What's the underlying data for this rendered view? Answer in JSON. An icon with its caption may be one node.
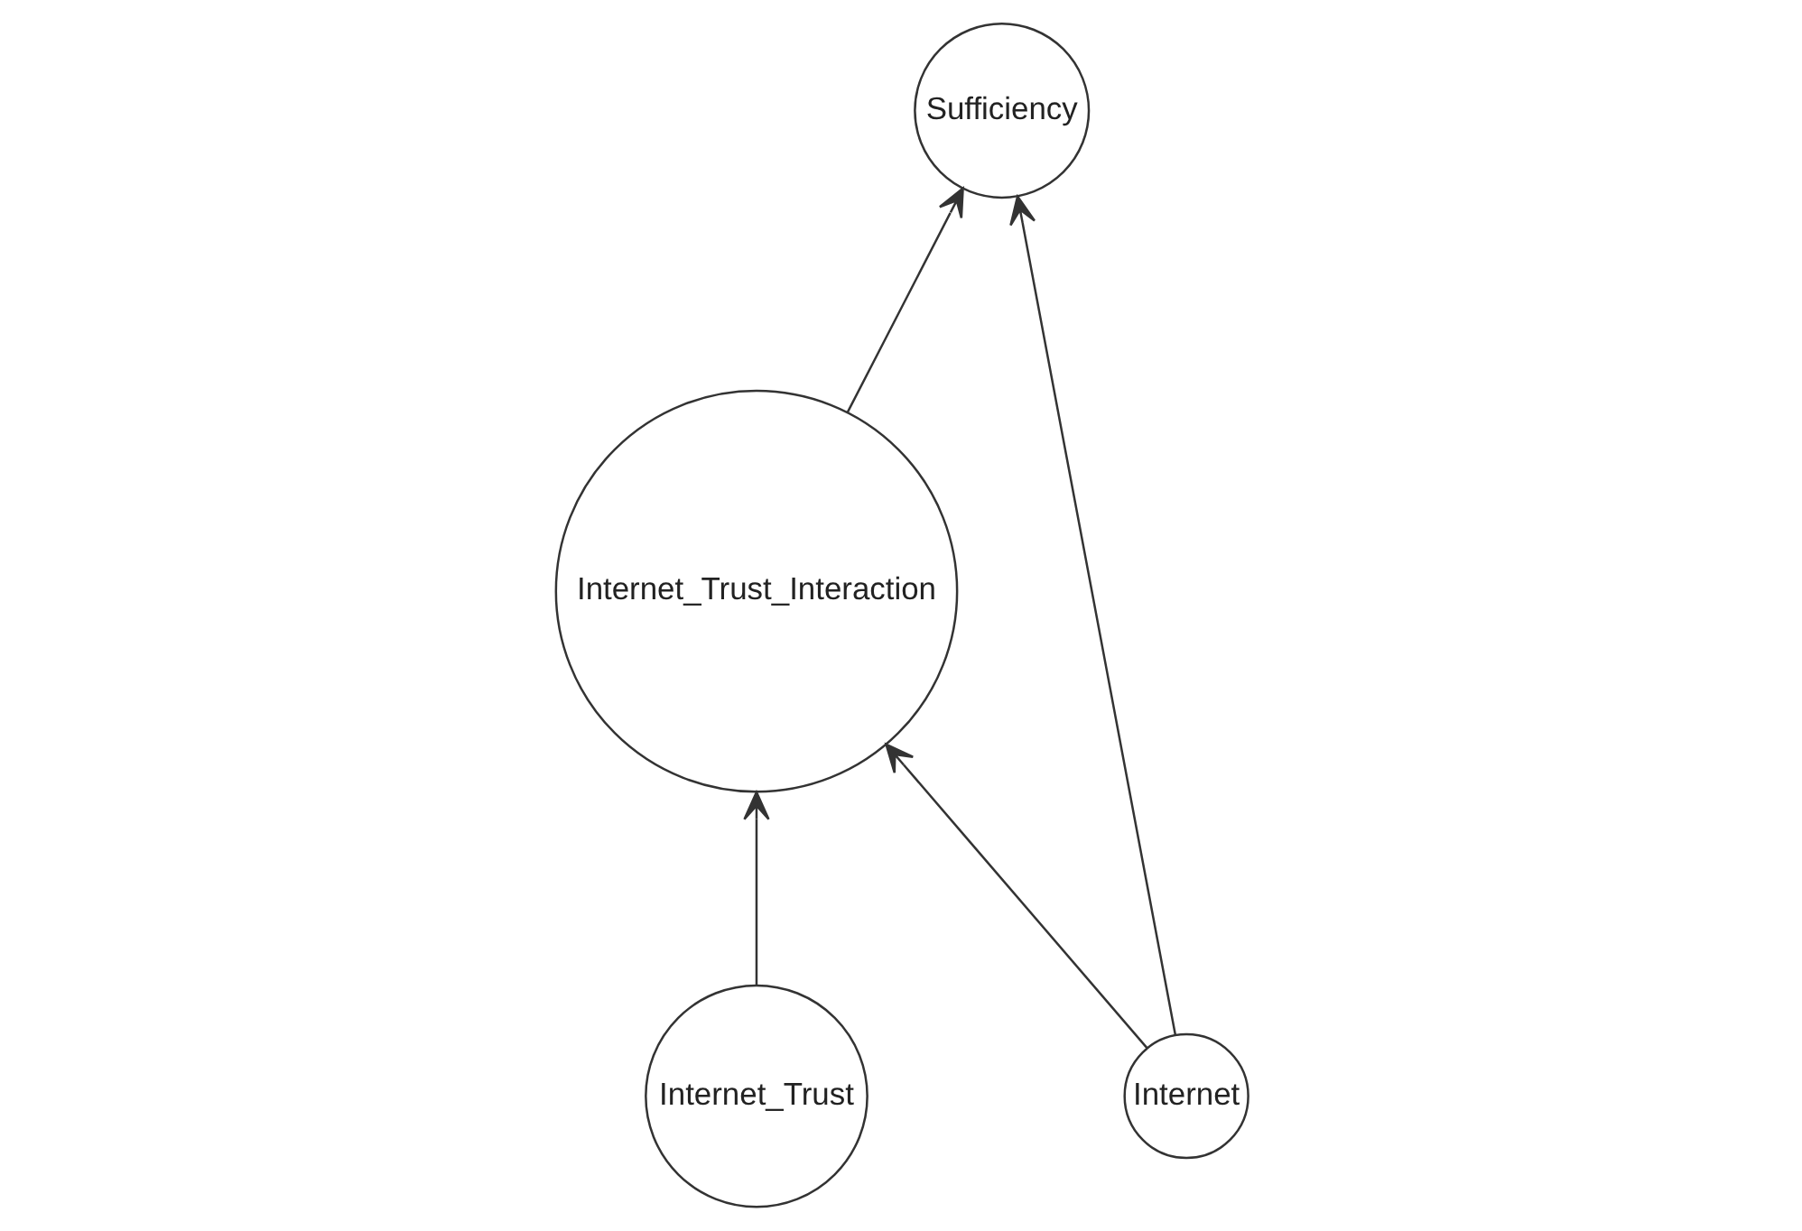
{
  "diagram": {
    "nodes": [
      {
        "text": [
          "Internet_Trust_Interaction"
        ]
      },
      {
        "text": [
          "Sufficiency"
        ]
      },
      {
        "text": [
          "Internet_Trust"
        ]
      },
      {
        "text": [
          "Internet"
        ]
      }
    ],
    "edges": [
      {
        "from": 0,
        "to": 1,
        "arrow": "to"
      },
      {
        "from": 3,
        "to": 1,
        "arrow": "to"
      },
      {
        "from": 3,
        "to": 0,
        "arrow": "to"
      },
      {
        "from": 2,
        "to": 0,
        "arrow": "to"
      }
    ]
  }
}
